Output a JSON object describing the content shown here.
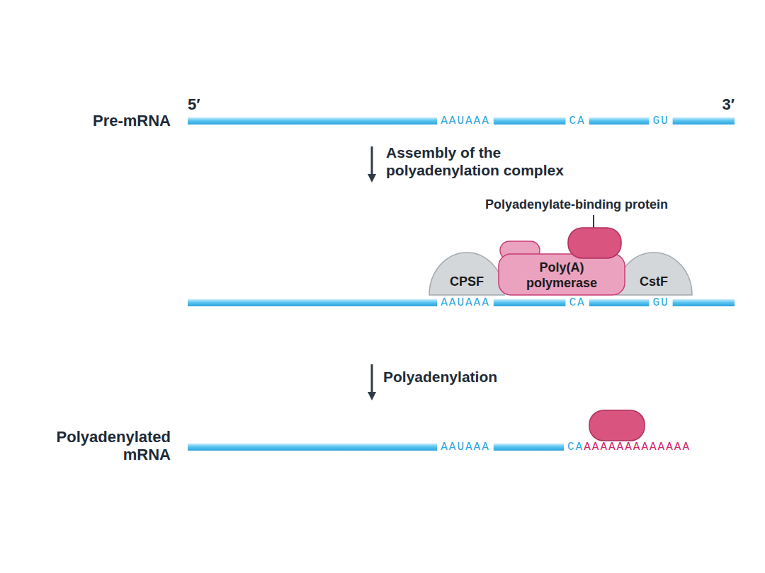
{
  "diagram": {
    "nodes": [
      {
        "text": [
          "CPSF"
        ]
      },
      {
        "text": [
          "Poly(A) polymerase"
        ]
      },
      {
        "text": [
          "CstF"
        ]
      }
    ],
    "labels": [
      "Pre-mRNA",
      "5′",
      "3′",
      "AAUAAA",
      "CA",
      "GU",
      "Assembly of the polyadenylation complex",
      "Polyadenylate-binding protein",
      "AAUAAA",
      "CA",
      "GU",
      "Polyadenylation",
      "Polyadenylated mRNA",
      "AAUAAA",
      "CA",
      "AAAAAAAAAAAAA"
    ]
  }
}
